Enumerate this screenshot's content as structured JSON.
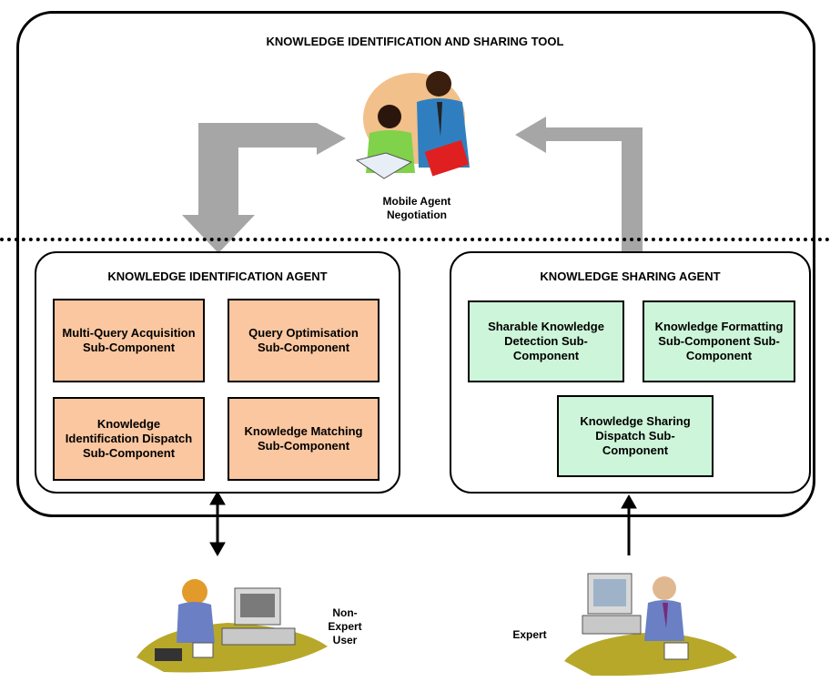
{
  "tool_title": "KNOWLEDGE IDENTIFICATION AND SHARING TOOL",
  "negotiation_label": "Mobile Agent Negotiation",
  "identification_agent": {
    "title": "KNOWLEDGE IDENTIFICATION AGENT",
    "components": [
      "Multi-Query Acquisition Sub-Component",
      "Query Optimisation Sub-Component",
      "Knowledge Identification Dispatch Sub-Component",
      "Knowledge Matching Sub-Component"
    ]
  },
  "sharing_agent": {
    "title": "KNOWLEDGE SHARING AGENT",
    "components": [
      "Sharable Knowledge Detection Sub-Component",
      "Knowledge Formatting Sub-Component Sub-Component",
      "Knowledge Sharing Dispatch Sub-Component"
    ]
  },
  "users": {
    "non_expert": "Non-Expert User",
    "expert": "Expert"
  },
  "colors": {
    "identification_box": "#fbc7a0",
    "sharing_box": "#cdf5d9",
    "arrow_gray": "#a6a6a6"
  }
}
